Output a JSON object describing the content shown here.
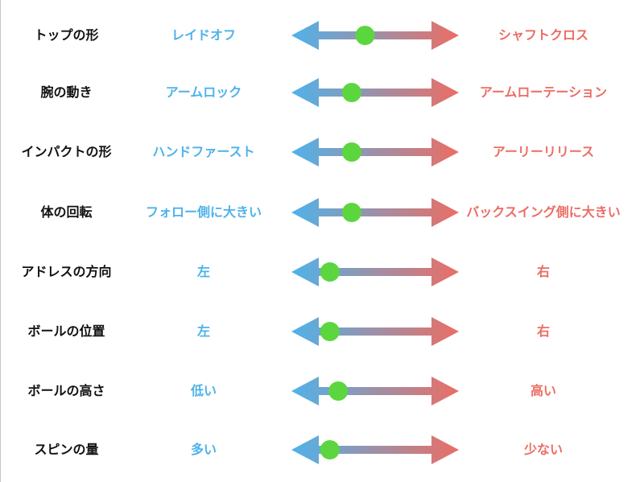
{
  "colors": {
    "left": "#4eb3ea",
    "right": "#ec6d64",
    "marker": "#5bd63f",
    "label": "#111111"
  },
  "rows": [
    {
      "label": "トップの形",
      "left": "レイドオフ",
      "right": "シャフトクロス",
      "marker_position": 0.44
    },
    {
      "label": "腕の動き",
      "left": "アームロック",
      "right": "アームローテーション",
      "marker_position": 0.36
    },
    {
      "label": "インパクトの形",
      "left": "ハンドファースト",
      "right": "アーリーリリース",
      "marker_position": 0.36
    },
    {
      "label": "体の回転",
      "left": "フォロー側に大きい",
      "right": "バックスイング側に大きい",
      "marker_position": 0.36
    },
    {
      "label": "アドレスの方向",
      "left": "左",
      "right": "右",
      "marker_position": 0.23
    },
    {
      "label": "ボールの位置",
      "left": "左",
      "right": "右",
      "marker_position": 0.23
    },
    {
      "label": "ボールの高さ",
      "left": "低い",
      "right": "高い",
      "marker_position": 0.28
    },
    {
      "label": "スピンの量",
      "left": "多い",
      "right": "少ない",
      "marker_position": 0.23
    }
  ]
}
